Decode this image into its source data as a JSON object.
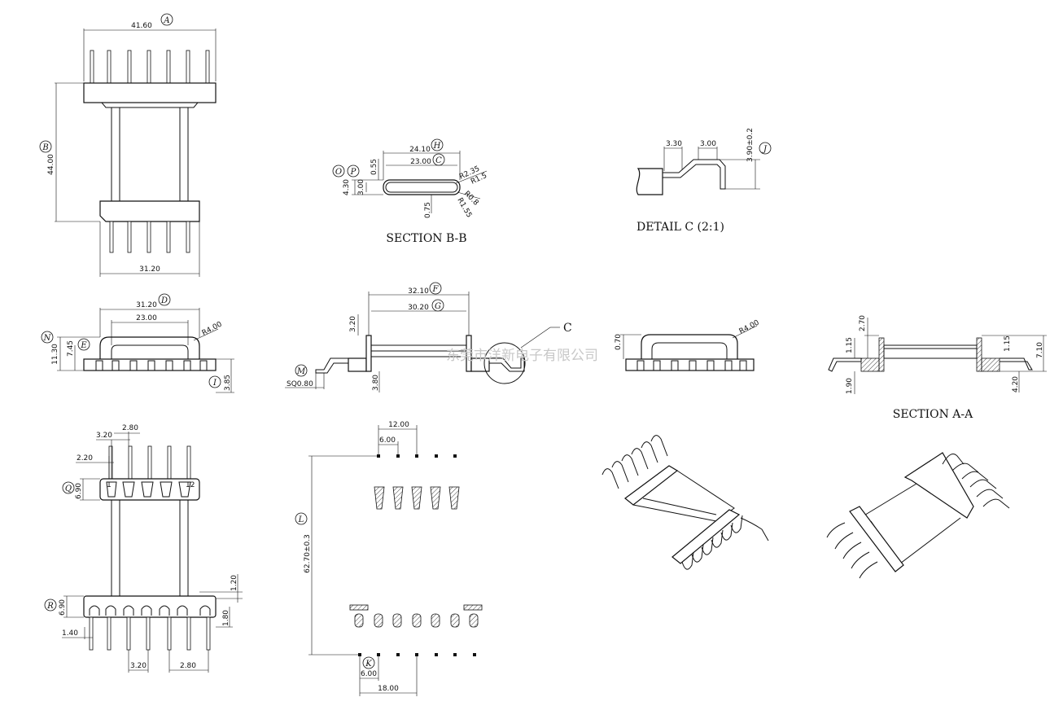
{
  "top_view": {
    "width_label": "41.60",
    "width_tag": "A",
    "height_label": "44.00",
    "height_tag": "B",
    "base_label": "31.20"
  },
  "section_bb": {
    "title": "SECTION B-B",
    "d1": "24.10",
    "d1_tag": "H",
    "d2": "23.00",
    "d2_tag": "C",
    "d3": "0.55",
    "d4": "4.30",
    "d5": "3.00",
    "tag_o": "O",
    "tag_p": "P",
    "r1": "R2.35",
    "r2": "R1.5",
    "r3": "R0.8",
    "r4": "R1.55",
    "d6": "0.75"
  },
  "detail_c": {
    "title": "DETAIL C (2:1)",
    "d1": "3.30",
    "d2": "3.00",
    "d3": "3.90±0.2",
    "tag": "J"
  },
  "front_view": {
    "d1": "31.20",
    "d1_tag": "D",
    "d2": "23.00",
    "r": "R4.00",
    "h1": "11.30",
    "h1_tag": "N",
    "h2": "7.45",
    "h2_tag": "E",
    "h3": "3.85",
    "h3_tag": "I"
  },
  "side_view": {
    "d1": "32.10",
    "d1_tag": "F",
    "d2": "30.20",
    "d2_tag": "G",
    "h1": "3.20",
    "h2": "3.80",
    "sq": "SQ0.80",
    "sq_tag": "M",
    "callout": "C"
  },
  "end_view": {
    "h": "0.70",
    "r": "R4.00"
  },
  "section_aa": {
    "title": "SECTION A-A",
    "d1": "2.70",
    "d2": "1.15",
    "d3": "1.15",
    "d4": "7.10",
    "d5": "1.90",
    "d6": "4.20"
  },
  "bottom_view": {
    "d1": "3.20",
    "d2": "2.80",
    "d3": "2.20",
    "d4": "6.90",
    "d4_tag": "Q",
    "d5": "6.90",
    "d5_tag": "R",
    "d6": "1.20",
    "d7": "1.80",
    "d8": "1.40",
    "d9": "3.20",
    "d10": "2.80",
    "pin_first": "1",
    "pin_last": "12"
  },
  "pcb_layout": {
    "d1": "12.00",
    "d2": "6.00",
    "d3": "62.70±0.3",
    "d3_tag": "L",
    "d4": "6.00",
    "d4_tag": "K",
    "d5": "18.00"
  },
  "watermark": "东莞市洋新电子有限公司"
}
